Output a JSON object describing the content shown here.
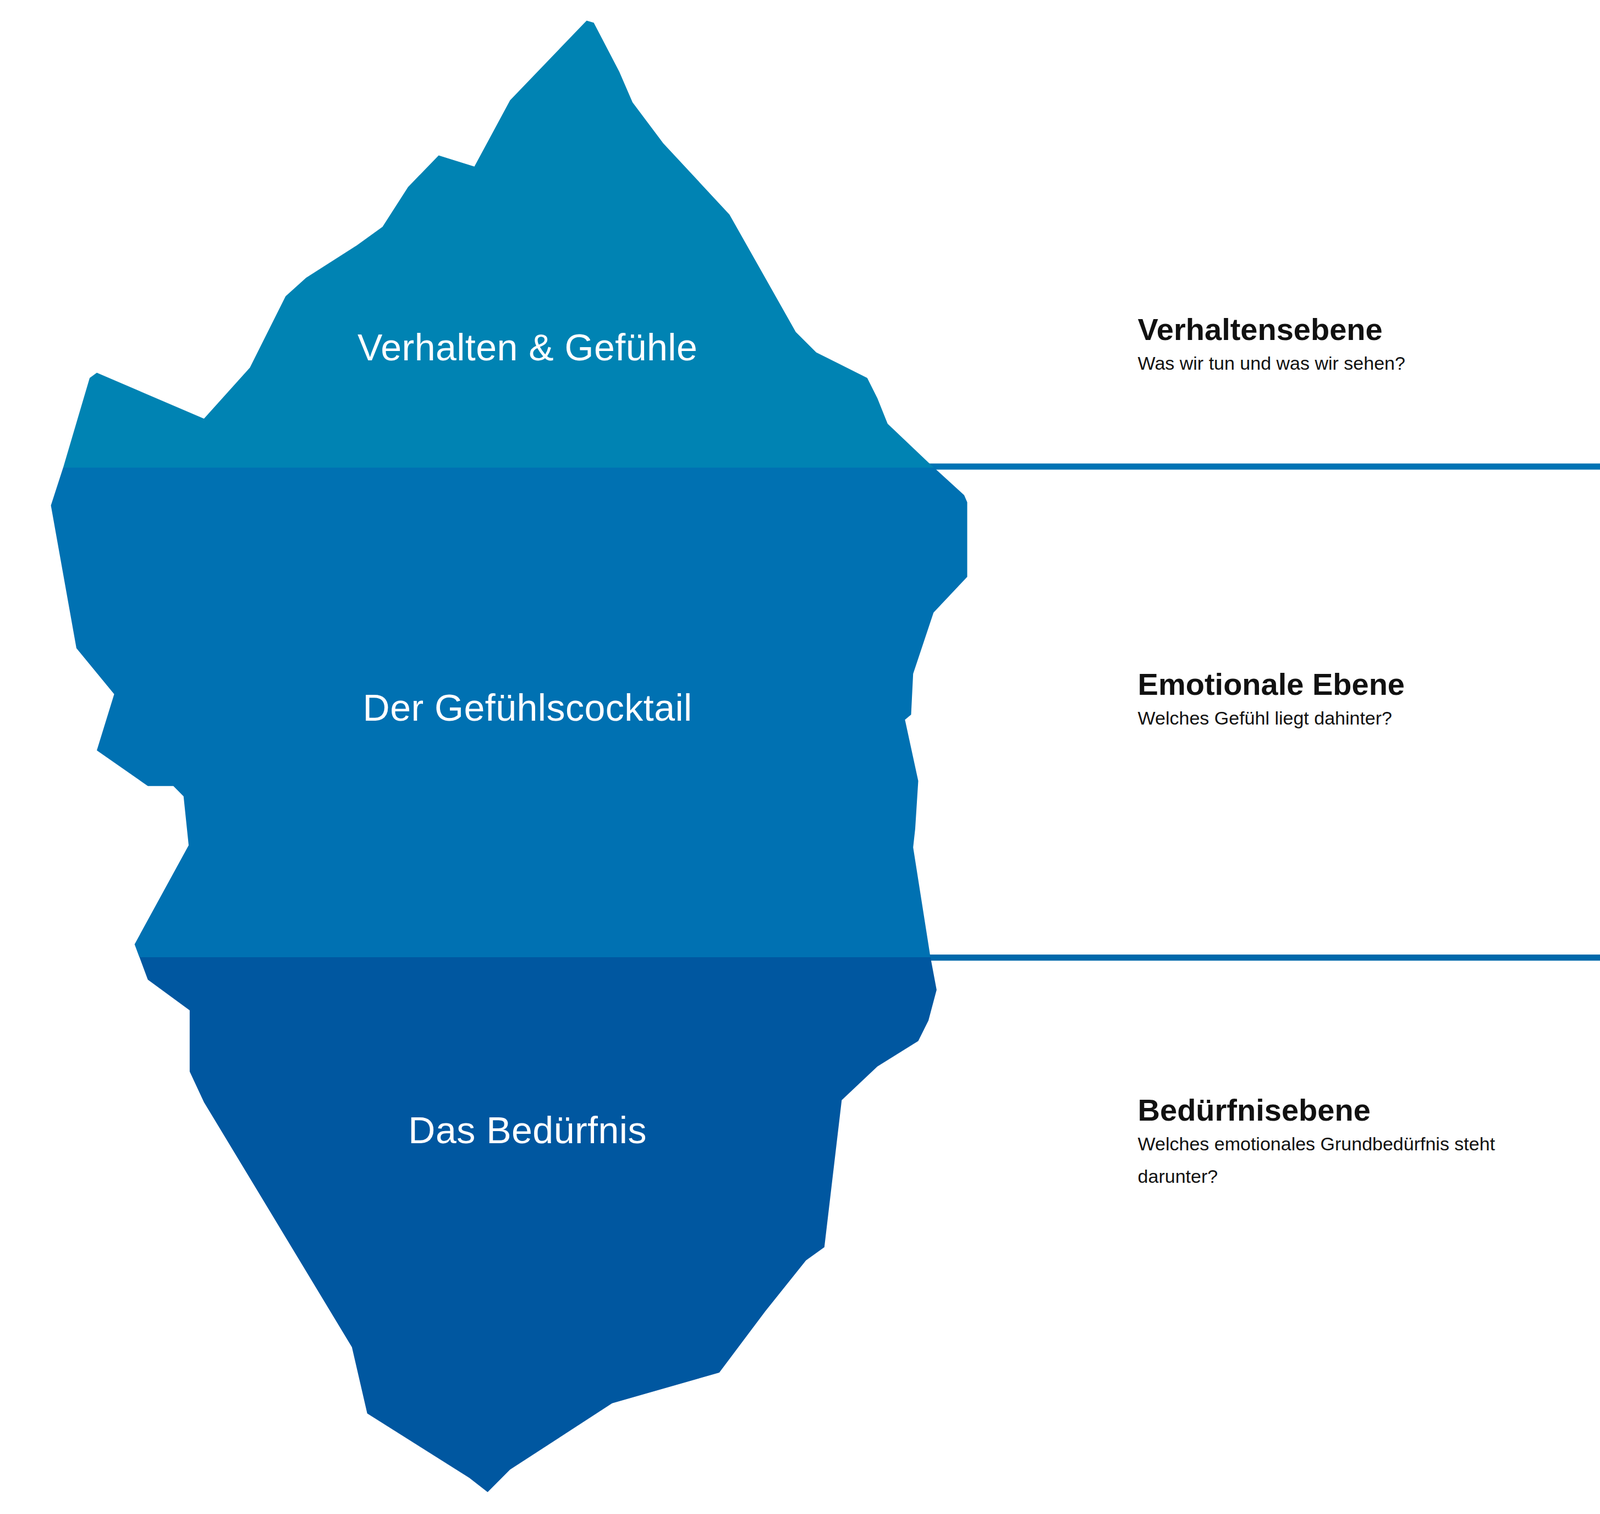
{
  "diagram": {
    "nodes": [
      {
        "text": [
          "Verhalten & Gefühle"
        ]
      },
      {
        "text": [
          "Der Gefühlscocktail"
        ]
      },
      {
        "text": [
          "Das Bedürfnis"
        ]
      }
    ],
    "labels": [
      "Verhaltensebene",
      "Was wir tun und was wir sehen?",
      "Emotionale Ebene",
      "Welches Gefühl liegt dahinter?",
      "Bedürfnisebene",
      "Welches emotionales Grundbedürfnis steht darunter?"
    ]
  }
}
